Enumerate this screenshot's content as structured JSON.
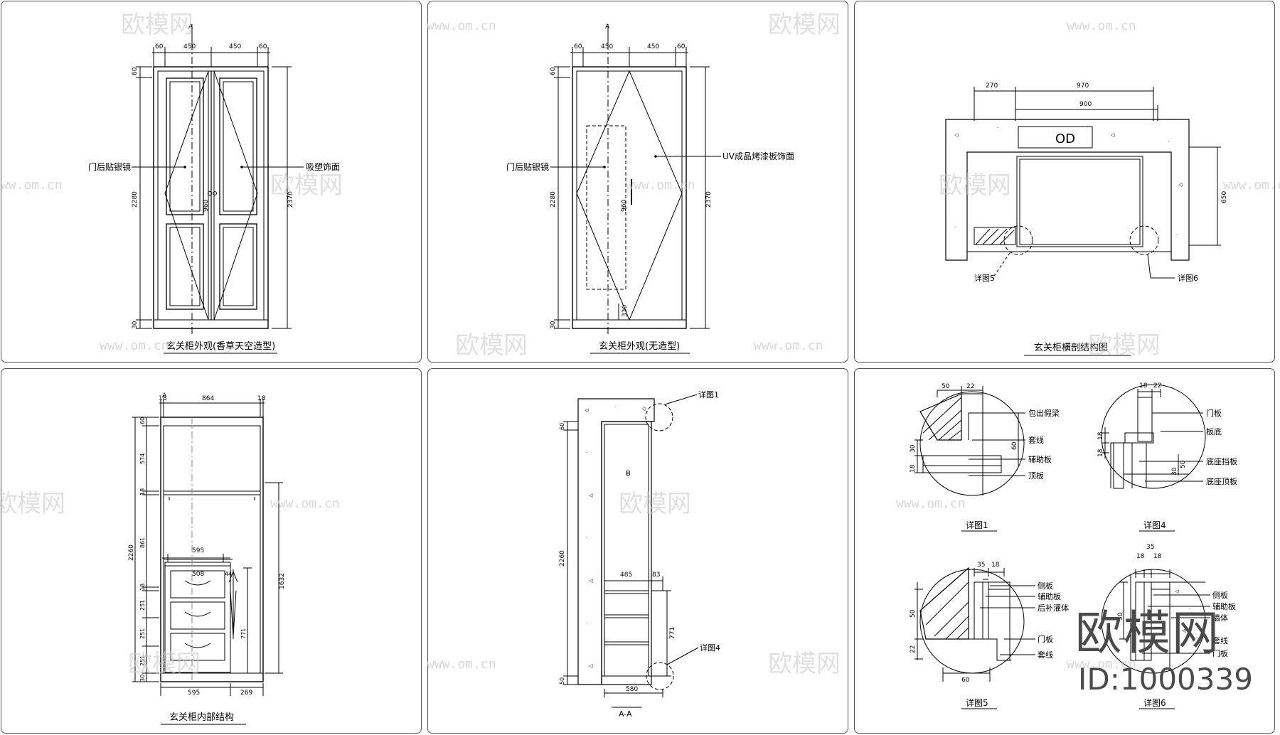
{
  "panels": [
    {
      "id": "p1",
      "caption": "玄关柜外观(香草天空造型)",
      "section_mark": "A",
      "dims_top": [
        "60",
        "450",
        "450",
        "60"
      ],
      "dims_left": [
        "60",
        "2280",
        "30"
      ],
      "dims_right": [
        "2370"
      ],
      "dim_center": "960",
      "callouts": [
        "门后贴银镜",
        "吸塑饰面"
      ]
    },
    {
      "id": "p2",
      "caption": "玄关柜外观(无造型)",
      "section_mark": "A",
      "dims_top": [
        "60",
        "450",
        "450",
        "60"
      ],
      "dims_left": [
        "60",
        "2280",
        "30"
      ],
      "dims_right": [
        "2370"
      ],
      "dim_center": "960",
      "dim_bottom_inner": "330",
      "callouts": [
        "门后贴银镜",
        "UV成品烤漆板饰面"
      ]
    },
    {
      "id": "p3",
      "caption": "玄关柜横剖结构图",
      "dims_top": [
        "270",
        "970",
        "900"
      ],
      "dims_right": [
        "650"
      ],
      "inner_label": "OD",
      "callouts": [
        "详图5",
        "详图6"
      ]
    },
    {
      "id": "p4",
      "caption": "玄关柜内部结构",
      "section_mark": "A",
      "dims_top": [
        "18",
        "864",
        "18"
      ],
      "dims_left": [
        "60",
        "574",
        "18",
        "861",
        "18",
        "251",
        "251",
        "251",
        "30"
      ],
      "dims_left_total": "2260",
      "dims_right": [
        "1632"
      ],
      "dims_drawer": [
        "595",
        "508",
        "44"
      ],
      "dim_drawer_side": "771",
      "dims_bottom": [
        "595",
        "269"
      ]
    },
    {
      "id": "p5",
      "caption": "A-A",
      "dims_left": [
        "60",
        "2260",
        "50"
      ],
      "dims_mid": [
        "485",
        "83"
      ],
      "dim_right": "771",
      "dim_bottom": "580",
      "callouts": [
        "详图1",
        "详图4"
      ]
    },
    {
      "id": "p6",
      "details": [
        {
          "title": "详图1",
          "dims": [
            "50",
            "22",
            "60",
            "30",
            "18"
          ],
          "labels": [
            "包出假梁",
            "套线",
            "辅助板",
            "顶板"
          ]
        },
        {
          "title": "详图4",
          "dims": [
            "18",
            "22",
            "18",
            "18",
            "50",
            "30"
          ],
          "labels": [
            "门板",
            "板底",
            "底座挡板",
            "底座顶板"
          ]
        },
        {
          "title": "详图5",
          "dims": [
            "35",
            "18",
            "50",
            "22",
            "60"
          ],
          "labels": [
            "侧板",
            "辅助板",
            "后补灌体",
            "门板",
            "套线"
          ]
        },
        {
          "title": "详图6",
          "dims": [
            "35",
            "18",
            "18",
            "50"
          ],
          "labels": [
            "侧板",
            "辅助板",
            "墙体",
            "套线",
            "门板"
          ]
        }
      ]
    }
  ],
  "watermark": {
    "logo_text": "欧模网",
    "url_text": "www.om.cn"
  },
  "brand": {
    "name": "欧模网",
    "id_text": "ID:1000339"
  }
}
